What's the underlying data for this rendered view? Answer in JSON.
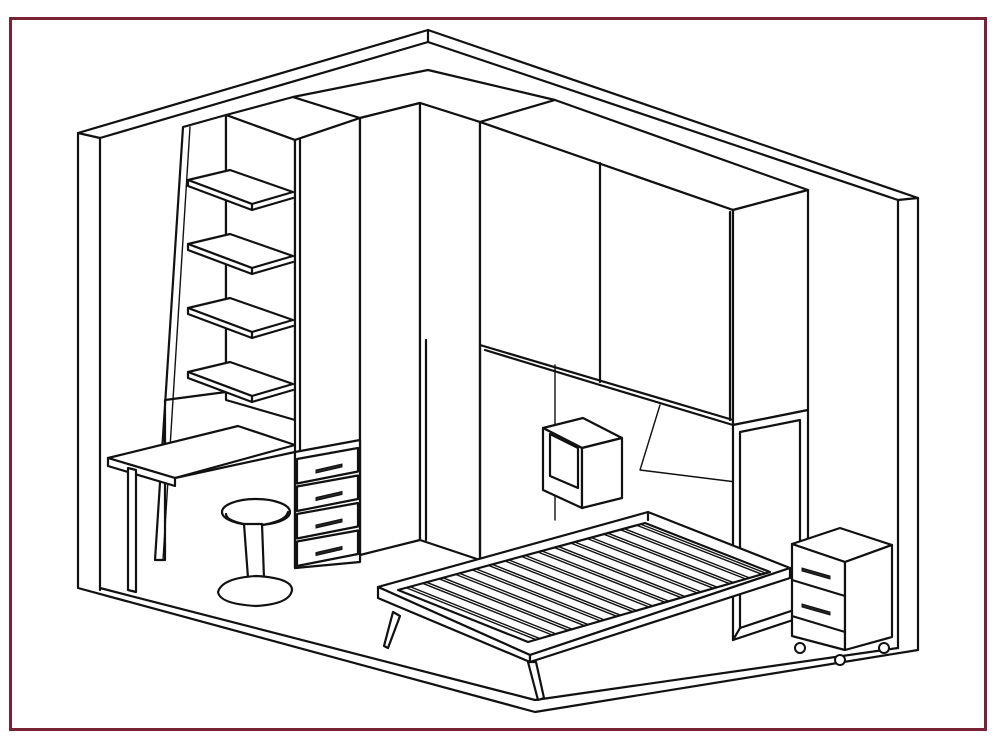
{
  "colors": {
    "frame_border": "#7a2236",
    "line": "#111111",
    "background": "#ffffff",
    "shade": "#dcdcdc"
  },
  "counts": {
    "wall_shelves": 4,
    "drawers": 4,
    "bed_slats": 15,
    "pedestal_drawers": 2
  }
}
